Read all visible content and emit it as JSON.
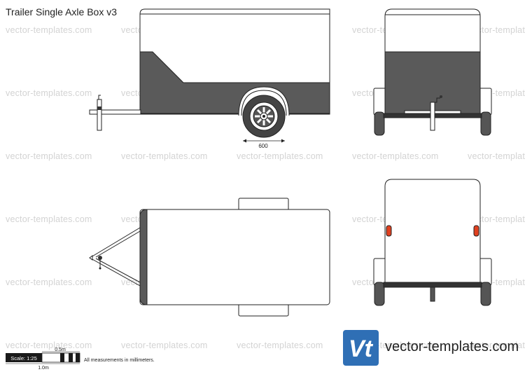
{
  "title": "Trailer Single Axle Box v3",
  "watermark": "vector-templates.com",
  "dimension_label": "600",
  "scale": {
    "label": "Scale: 1:25",
    "half_label": "0.5m",
    "full_label": "1.0m"
  },
  "note": "All measurements in millimeters.",
  "brand": {
    "logo_letters": "Vt",
    "site": "vector-templates.com",
    "logo_color": "#2f6fb5"
  },
  "colors": {
    "body_dark": "#5a5a5a",
    "tail_light": "#e0401f"
  }
}
